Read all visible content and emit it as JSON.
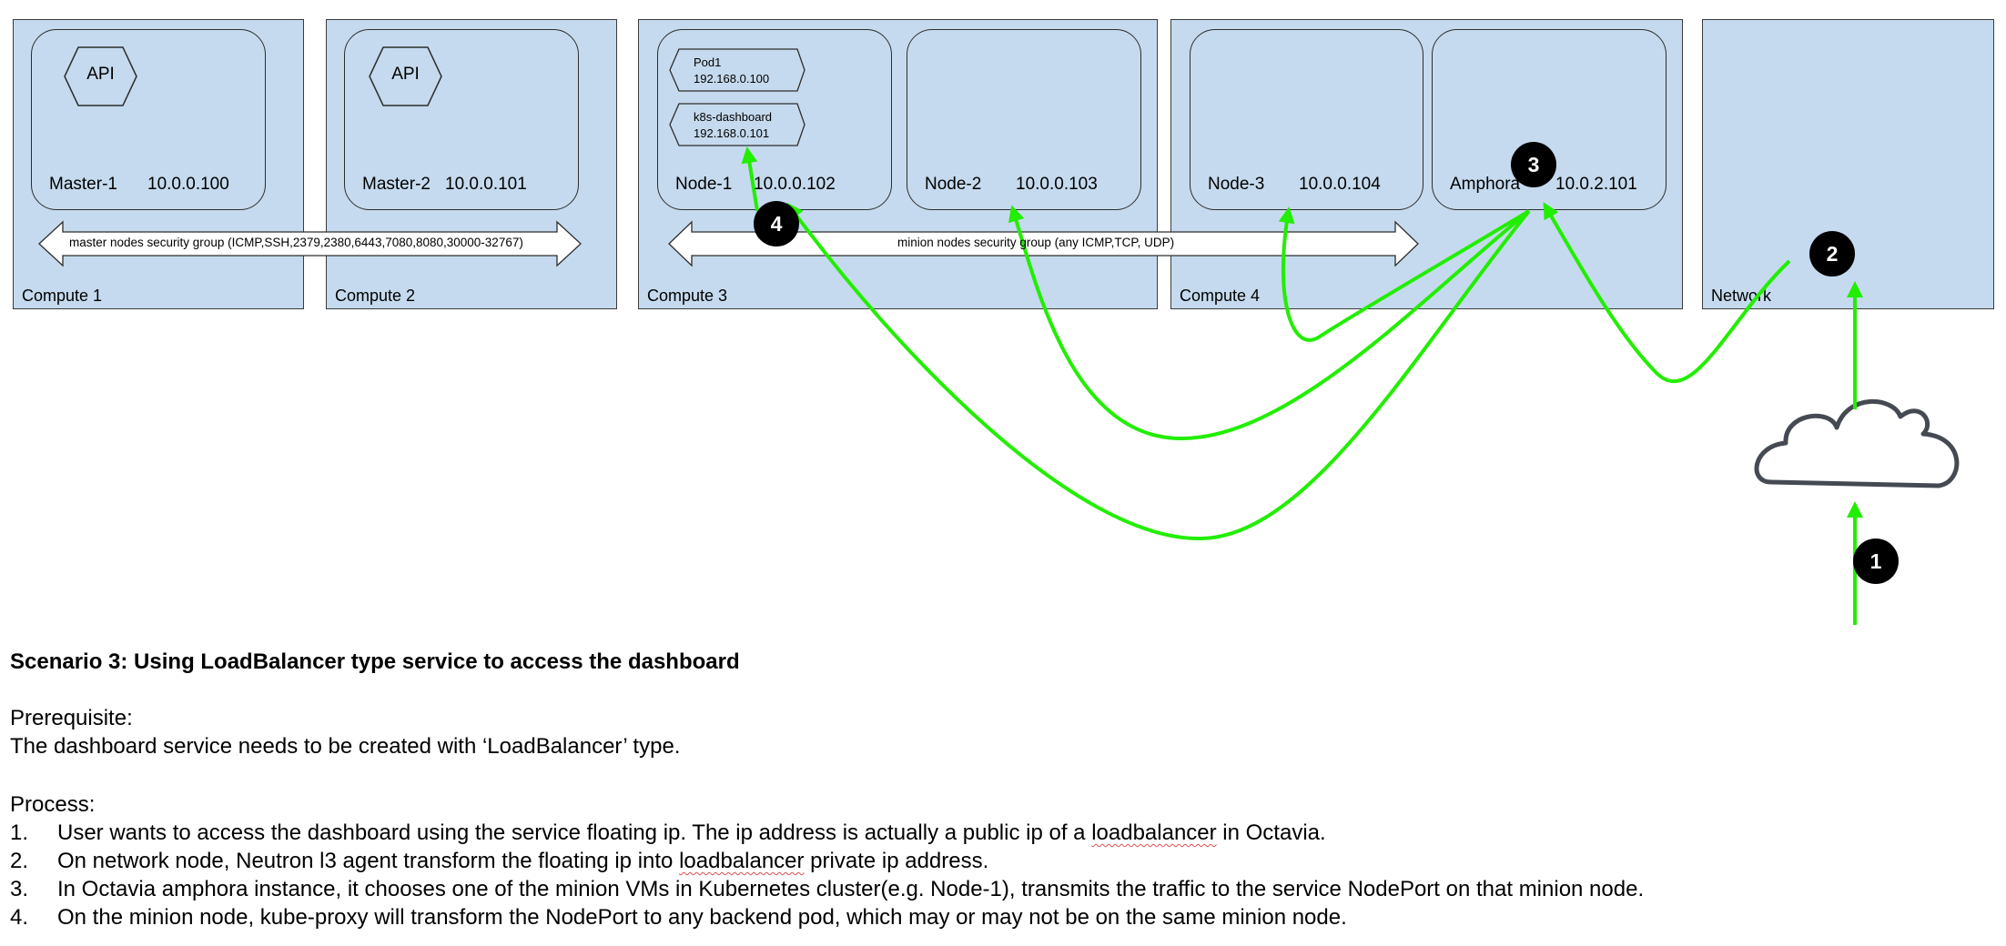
{
  "computes": [
    {
      "label": "Compute 1"
    },
    {
      "label": "Compute 2"
    },
    {
      "label": "Compute 3"
    },
    {
      "label": "Compute 4"
    },
    {
      "label": "Network"
    }
  ],
  "masters": [
    {
      "name": "Master-1",
      "ip": "10.0.0.100",
      "service": "API"
    },
    {
      "name": "Master-2",
      "ip": "10.0.0.101",
      "service": "API"
    }
  ],
  "nodes": [
    {
      "name": "Node-1",
      "ip": "10.0.0.102"
    },
    {
      "name": "Node-2",
      "ip": "10.0.0.103"
    },
    {
      "name": "Node-3",
      "ip": "10.0.0.104"
    },
    {
      "name": "Amphora",
      "ip": "10.0.2.101"
    }
  ],
  "pods": [
    {
      "name": "Pod1",
      "ip": "192.168.0.100"
    },
    {
      "name": "k8s-dashboard",
      "ip": "192.168.0.101"
    }
  ],
  "security_groups": {
    "master": "master nodes security group (ICMP,SSH,2379,2380,6443,7080,8080,30000-32767)",
    "minion": "minion nodes security group (any ICMP,TCP, UDP)"
  },
  "steps_badges": [
    "1",
    "2",
    "3",
    "4"
  ],
  "colors": {
    "compute_fill": "#c5daee",
    "flow_arrow": "#22ee00",
    "cloud": "#454a52"
  },
  "icons": [
    "cloud-icon",
    "hexagon-icon",
    "double-arrow-icon"
  ],
  "text": {
    "title": "Scenario 3: Using LoadBalancer type service  to access the dashboard",
    "prereq_heading": "Prerequisite:",
    "prereq_text": "The dashboard service needs to be created with ‘LoadBalancer’ type.",
    "process_heading": "Process:",
    "steps": [
      {
        "num": "1.",
        "pre": "User wants to access the dashboard using the service floating ip. The ip address is actually a public ip of a ",
        "sq": "loadbalancer",
        "post": " in Octavia."
      },
      {
        "num": "2.",
        "pre": "On network node, Neutron l3 agent transform the floating ip into ",
        "sq": "loadbalancer",
        "post": " private ip address."
      },
      {
        "num": "3.",
        "pre": "In Octavia amphora instance, it chooses one of the minion VMs in Kubernetes cluster(e.g. Node-1), transmits the traffic to the service NodePort on that minion node.",
        "sq": "",
        "post": ""
      },
      {
        "num": "4.",
        "pre": "On the minion node, kube-proxy will transform the NodePort to any backend pod, which may or may not be on the same minion node.",
        "sq": "",
        "post": ""
      }
    ]
  }
}
